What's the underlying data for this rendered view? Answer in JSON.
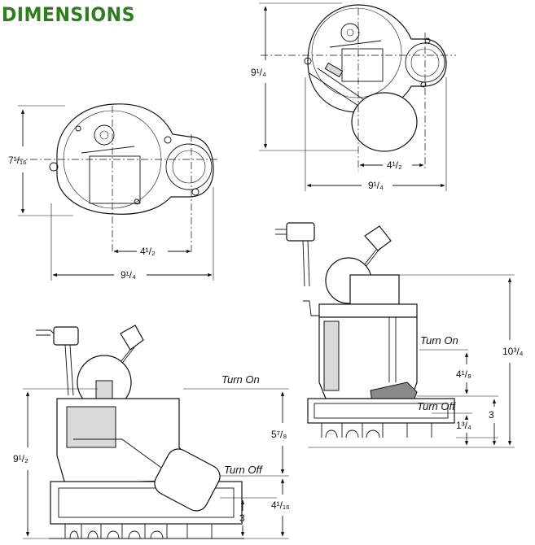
{
  "title": "DIMENSIONS",
  "top_left_view": {
    "height": "7¹/₁₆",
    "bolt_span": "4¹/₂",
    "width": "9¹/₄"
  },
  "top_right_view": {
    "height": "9¹/₄",
    "bolt_span": "4¹/₂",
    "width": "9¹/₄"
  },
  "side_left_view": {
    "height": "9¹/₂",
    "on_label": "Turn On",
    "off_label": "Turn Off",
    "on_off": "5⁷/₈",
    "off_height": "4¹/₁₆",
    "base": "3"
  },
  "side_right_view": {
    "height": "10³/₄",
    "on_label": "Turn On",
    "off_label": "Turn Off",
    "on_off": "4¹/₈",
    "off_height": "1³/₄",
    "base": "3"
  }
}
